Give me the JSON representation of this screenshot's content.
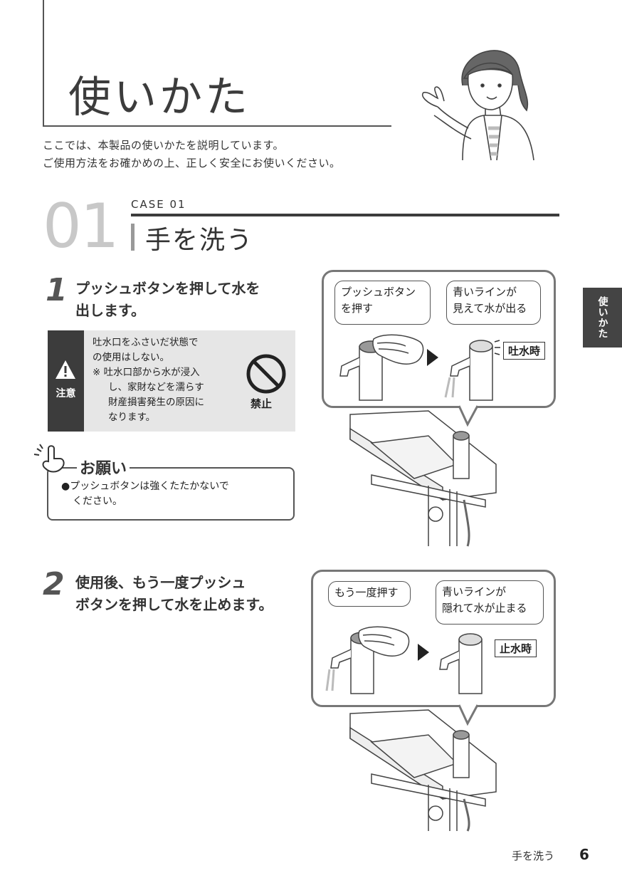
{
  "header": {
    "title": "使いかた",
    "intro_line1": "ここでは、本製品の使いかたを説明しています。",
    "intro_line2": "ご使用方法をお確かめの上、正しく安全にお使いください。"
  },
  "side_tab": {
    "label": "使いかた"
  },
  "case": {
    "number": "01",
    "label": "CASE 01",
    "title": "手を洗う"
  },
  "step1": {
    "number": "1",
    "text_line1": "プッシュボタンを押して水を",
    "text_line2": "出します。",
    "caution": {
      "label": "注意",
      "line1": "吐水口をふさいだ状態で",
      "line2": "の使用はしない。",
      "line3": "※ 吐水口部から水が浸入",
      "line4": "し、家財などを濡らす",
      "line5": "財産損害発生の原因に",
      "line6": "なります。",
      "prohibit_label": "禁止"
    },
    "request": {
      "heading": "お願い",
      "line1": "●プッシュボタンは強くたたかないで",
      "line2": "ください。"
    },
    "bubble_left_line1": "プッシュボタン",
    "bubble_left_line2": "を押す",
    "bubble_right_line1": "青いラインが",
    "bubble_right_line2": "見えて水が出る",
    "tag": "吐水時"
  },
  "step2": {
    "number": "2",
    "text_line1": "使用後、もう一度プッシュ",
    "text_line2": "ボタンを押して水を止めます。",
    "bubble_left": "もう一度押す",
    "bubble_right_line1": "青いラインが",
    "bubble_right_line2": "隠れて水が止まる",
    "tag": "止水時"
  },
  "footer": {
    "label": "手を洗う",
    "page_number": "6"
  }
}
